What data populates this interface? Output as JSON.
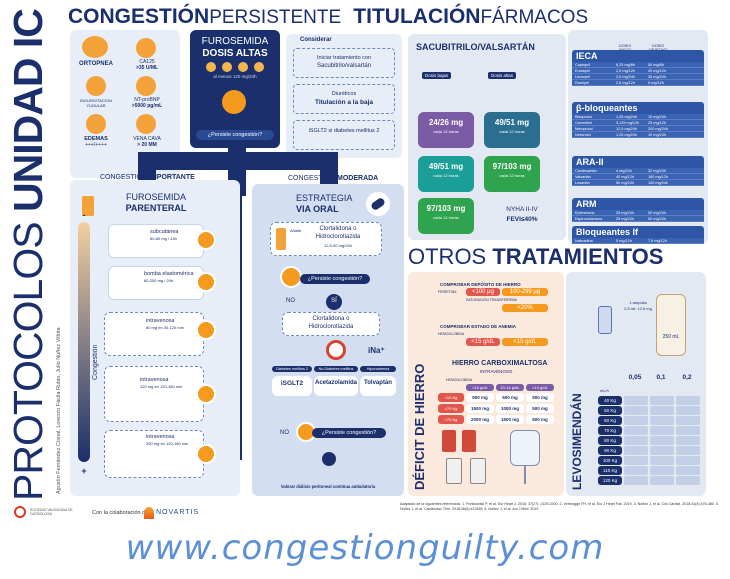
{
  "poster": {
    "vertical_title": {
      "part1": "PROTOCOLOS",
      "part2": "UNIDAD IC"
    },
    "authors": "Agustín Fernández Cisnal, Lorenzo Fácila Rubio, Julio Núñez Villota",
    "top_heading": {
      "a": "CONGESTIÓN",
      "b": "PERSISTENTE",
      "c": "TITULACIÓN",
      "d": "FÁRMACOS"
    },
    "signs": {
      "ortopnea": "ORTOPNEA",
      "ca125": "CA125",
      "ca125_val": ">35 U/ML",
      "ingurgitacion": "INGURGITACION YUGULAR",
      "ntprobnp": "NT-proBNP",
      "ntprobnp_val": ">5000 pg/mL",
      "edemas": "EDEMAS",
      "edemas_val": "+++/++++",
      "vena_cava": "VENA CAVA",
      "vena_cava_val": "> 20 MM"
    },
    "furosemida_box": {
      "title1": "FUROSEMIDA",
      "title2": "DOSIS ALTAS",
      "sub": "al menos 120 mg/24h",
      "question": "¿Persiste congestión?"
    },
    "considerar": {
      "title": "Considerar",
      "item1a": "Iniciar tratamiento con",
      "item1b": "Sacubitrilo/valsartán",
      "item2a": "Diuréticos",
      "item2b": "Titulación a la baja",
      "item3": "iSGLT2 si diabetes mellitus 2"
    },
    "importante": {
      "label_a": "CONGESTIÓN",
      "label_b": "IMPORTANTE",
      "title1": "FUROSEMIDA",
      "title2": "PARENTERAL",
      "vertical": "Congestión",
      "plus": "+",
      "minus": "-",
      "steps": [
        {
          "name": "subcutánea",
          "dose": "80-80 mg / 24h"
        },
        {
          "name": "bomba elastomérica",
          "dose": "80-250 mg / 24h"
        },
        {
          "name": "intravenosa",
          "dose": "80 mg en 30-120 min"
        },
        {
          "name": "intravenosa",
          "dose": "120 mg en 120-180 min"
        },
        {
          "name": "intravenosa",
          "dose": "250 mg en 120-180 min"
        }
      ]
    },
    "moderada": {
      "label_a": "CONGESTIÓN",
      "label_b": "MODERADA",
      "title1": "ESTRATEGIA",
      "title2": "VIA ORAL",
      "add": "Añadir",
      "drug_a": "Clortalidona o",
      "drug_b": "Hidroclorotiazida",
      "drug_dose": "12,5-50 mg/24h",
      "question1": "¿Persiste congestión?",
      "no": "NO",
      "si": "SÍ",
      "drug2_a": "Clortalidona o",
      "drug2_b": "Hidroclorotiazida",
      "ina": "iNa⁺",
      "col1_head": "Diabetes mellitus 2",
      "col2_head": "No Diabetes mellitus",
      "col3_head": "Hiponatremia",
      "col1": "iSGLT2",
      "col2": "Acetazolamida",
      "col3": "Tolvaptán",
      "question2": "¿Persiste congestión?",
      "final": "Valorar diálisis peritoneal continua ambulatoria"
    },
    "sacubitrilo": {
      "title": "SACUBITRILO/VALSARTÁN",
      "col1": "Dosis bajas",
      "col2": "Dosis altas",
      "doses": [
        {
          "label": "24/26 mg",
          "sub": "cada 12 horas"
        },
        {
          "label": "49/51 mg",
          "sub": "cada 12 horas"
        },
        {
          "label": "97/103 mg",
          "sub": "cada 12 horas"
        }
      ],
      "nyha": "NYHA II-IV",
      "fevi": "FEVI≤40%"
    },
    "drugs_table": {
      "col_inicio": "DOSIS INICIO",
      "col_objetivo": "DOSIS OBJETIVO",
      "ieca": {
        "title": "IECA",
        "rows": [
          {
            "n": "Captopril",
            "i": "6,25 mg/8h",
            "o": "50 mg/8h"
          },
          {
            "n": "Enalapril",
            "i": "2,5 mg/12h",
            "o": "20 mg/12h"
          },
          {
            "n": "Lisinopril",
            "i": "2,5 mg/24h",
            "o": "35 mg/24h"
          },
          {
            "n": "Ramipril",
            "i": "2,5 mg/12h",
            "o": "5 mg/12h"
          }
        ]
      },
      "beta": {
        "title": "β-bloqueantes",
        "rows": [
          {
            "n": "Bisoprolol",
            "i": "1,25 mg/24h",
            "o": "10 mg/24h"
          },
          {
            "n": "Carvedilol",
            "i": "3,125 mg/12h",
            "o": "25 mg/12h"
          },
          {
            "n": "Metoprolol",
            "i": "12,5 mg/24h",
            "o": "200 mg/24h"
          },
          {
            "n": "Nebivolol",
            "i": "1,25 mg/24h",
            "o": "10 mg/24h"
          }
        ]
      },
      "ara": {
        "title": "ARA-II",
        "rows": [
          {
            "n": "Candesartán",
            "i": "4 mg/24h",
            "o": "32 mg/24h"
          },
          {
            "n": "Valsartán",
            "i": "40 mg/12h",
            "o": "160 mg/12h"
          },
          {
            "n": "Losartán",
            "i": "50 mg/24h",
            "o": "150 mg/24h"
          }
        ]
      },
      "arm": {
        "title": "ARM",
        "rows": [
          {
            "n": "Eplerenona",
            "i": "25 mg/24h",
            "o": "50 mg/24h"
          },
          {
            "n": "Espironolactona",
            "i": "25 mg/24h",
            "o": "50 mg/24h"
          }
        ]
      },
      "bloq": {
        "title": "Bloqueantes If",
        "rows": [
          {
            "n": "Ivabradina",
            "i": "5 mg/12h",
            "o": "7,5 mg/12h"
          }
        ]
      }
    },
    "otros": {
      "a": "OTROS",
      "b": "TRATAMIENTOS"
    },
    "hierro": {
      "vertical": "DÉFICIT DE HIERRO",
      "step1": "COMPROBAR DEPÓSITO DE HIERRO",
      "ferritina": "FERRITINA",
      "v1": "<100 µg",
      "v2": "100-299 µg",
      "satur": "SATURACIÓN TRANSFERRINA",
      "v3": "<20%",
      "step2": "COMPROBAR ESTADO DE ANEMIA",
      "hemo": "HEMOGLOBINA",
      "v4": "<15 g/dL",
      "v5": "<15 g/dL",
      "step3a": "HIERRO CARBOXIMALTOSA",
      "step3b": "INTRAVENOSO",
      "hemo2": "HEMOGLOBINA",
      "r1": "<10 Kg",
      "r2": "<70 Kg",
      "r3": ">70 Kg",
      "t_head1": "<10 g/dL",
      "t_head2": "10-14 g/dL",
      "t_head3": ">14 g/dL",
      "cells": [
        [
          "500 mg",
          "500 mg",
          "500 mg"
        ],
        [
          "1500 mg",
          "1000 mg",
          "500 mg"
        ],
        [
          "2000 mg",
          "1500 mg",
          "500 mg"
        ]
      ]
    },
    "levo": {
      "vertical": "LEVOSIMENDÁN",
      "vial": "1 ampolla",
      "vial_dose": "2,5 mL 12,5 mg",
      "bag": "250 mL",
      "h1": "0,05",
      "h2": "0,1",
      "h3": "0,2",
      "unit": "mL/h",
      "weights": [
        "40 Kg",
        "50 Kg",
        "60 Kg",
        "70 Kg",
        "80 Kg",
        "90 Kg",
        "100 Kg",
        "110 Kg",
        "120 Kg"
      ]
    },
    "footer": {
      "collab": "Con la colaboración de:",
      "novartis": "NOVARTIS",
      "society": "SOCIEDAD VALENCIANA DE CARDIOLOGÍA",
      "refs": "Adaptado de la siguientes referencias: 1. Ponikowski P, et al. Eur Heart J. 2016; 37(27): 2129-2200. 2. Verbrugge FH, et al. Eur J Heart Fail. 2019. 3. Núñez J, et al. Clin Cardiol. 2018;41(4):476-480. 4. Núñez J, et al. Cardiovasc Ther. 2018;36(6):e12465. 5. Núñez J, et al. Am J Med. 2019",
      "url": "www.congestionguilty.com"
    },
    "colors": {
      "navy": "#1a2f6b",
      "accent": "#f39a1f",
      "light": "#dfe8f6",
      "green": "#2fa34e",
      "purple": "#7b5aa6",
      "teal": "#1b9e97"
    }
  }
}
